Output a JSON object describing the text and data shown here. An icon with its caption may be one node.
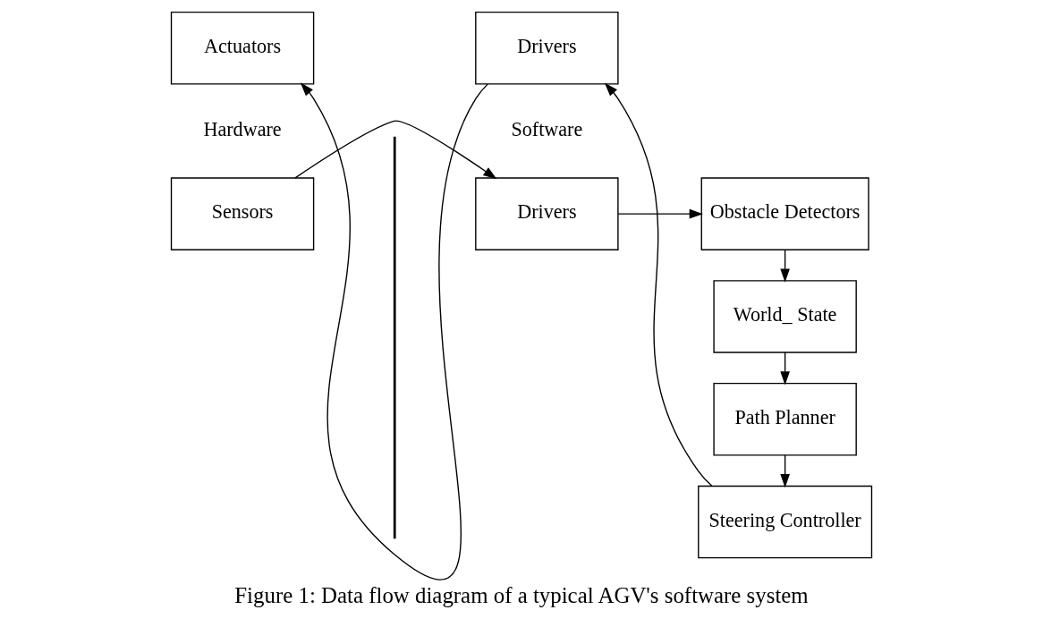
{
  "diagram": {
    "caption": "Figure 1: Data flow diagram of a typical AGV's software system",
    "nodes": [
      {
        "text": [
          "Sensors"
        ]
      },
      {
        "text": [
          "Drivers"
        ]
      },
      {
        "text": [
          "Obstacle Detectors"
        ]
      },
      {
        "text": [
          "World_ State"
        ]
      },
      {
        "text": [
          "Path Planner"
        ]
      },
      {
        "text": [
          "Steering Controller"
        ]
      },
      {
        "text": [
          "Drivers"
        ]
      },
      {
        "text": [
          "Actuators"
        ]
      }
    ],
    "edges": [
      {
        "from": 0,
        "to": 1,
        "arrow": "to"
      },
      {
        "from": 1,
        "to": 2,
        "arrow": "to"
      },
      {
        "from": 2,
        "to": 3,
        "arrow": "to"
      },
      {
        "from": 3,
        "to": 4,
        "arrow": "to"
      },
      {
        "from": 4,
        "to": 5,
        "arrow": "to"
      },
      {
        "from": 5,
        "to": 6,
        "arrow": "to"
      },
      {
        "from": 6,
        "to": 7,
        "arrow": "to"
      }
    ],
    "labels": [
      "Hardware",
      "Software"
    ]
  }
}
